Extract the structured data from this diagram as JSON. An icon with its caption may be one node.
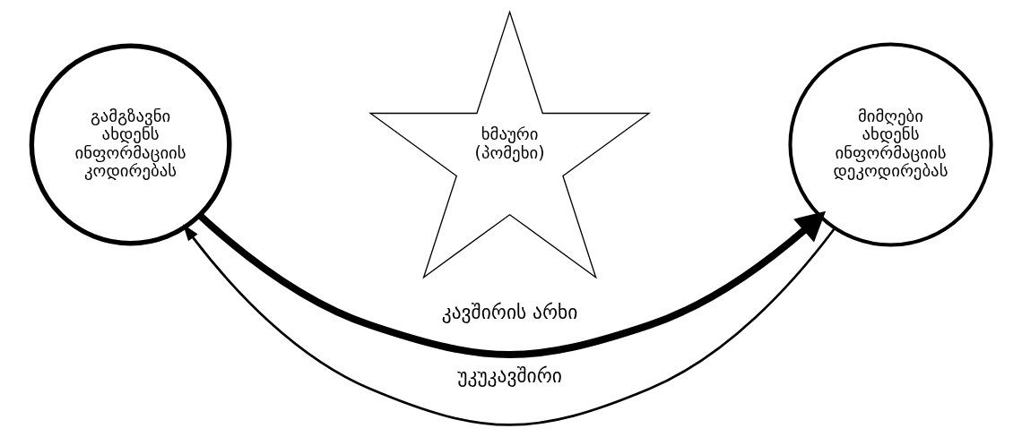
{
  "diagram": {
    "nodes": [
      {
        "text": [
          "გამგზავნი ახდენს ინფორმაციის კოდირებას"
        ]
      },
      {
        "text": [
          "ხმაური (პომეხი)"
        ]
      },
      {
        "text": [
          "მიმღები ახდენს ინფორმაციის დეკოდირებას"
        ]
      }
    ],
    "edges": [
      {
        "from": 0,
        "to": 2,
        "arrow": "to",
        "label": "კავშირის არხი",
        "style": "thick"
      },
      {
        "from": 2,
        "to": 0,
        "arrow": "to",
        "label": "უკუკავშირი"
      }
    ]
  }
}
